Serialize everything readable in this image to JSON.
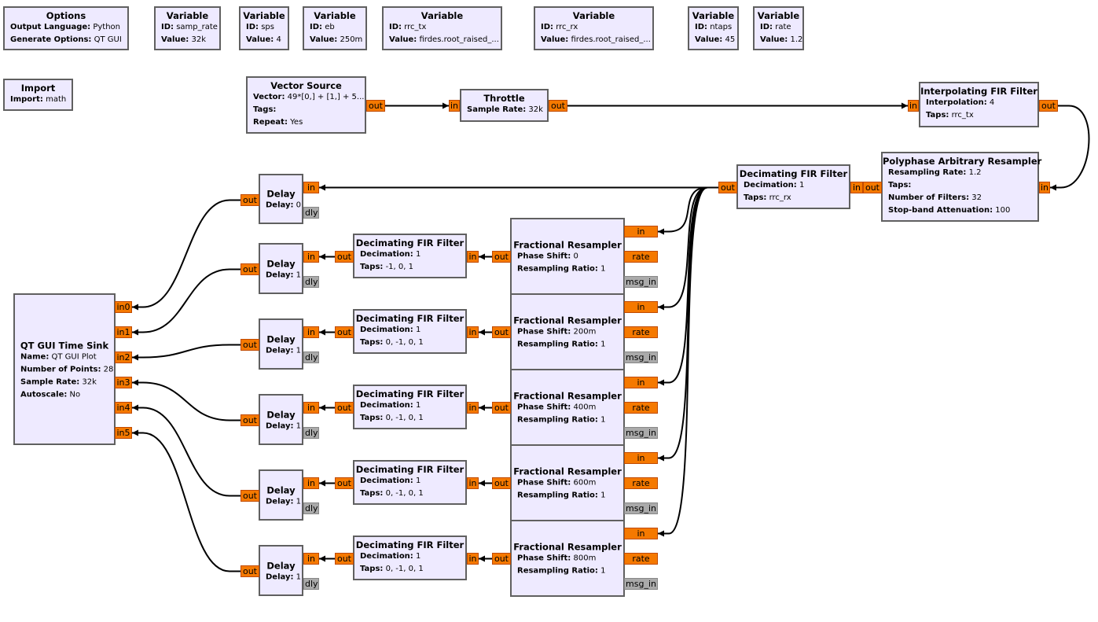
{
  "flowgraph": {
    "blocks": [
      {
        "id": "options",
        "title": "Options",
        "params": [
          {
            "k": "Output Language",
            "v": "Python"
          },
          {
            "k": "Generate Options",
            "v": "QT GUI"
          }
        ]
      },
      {
        "id": "var_samp_rate",
        "title": "Variable",
        "params": [
          {
            "k": "ID",
            "v": "samp_rate"
          },
          {
            "k": "Value",
            "v": "32k"
          }
        ]
      },
      {
        "id": "var_sps",
        "title": "Variable",
        "params": [
          {
            "k": "ID",
            "v": "sps"
          },
          {
            "k": "Value",
            "v": "4"
          }
        ]
      },
      {
        "id": "var_eb",
        "title": "Variable",
        "params": [
          {
            "k": "ID",
            "v": "eb"
          },
          {
            "k": "Value",
            "v": "250m"
          }
        ]
      },
      {
        "id": "var_rrc_tx",
        "title": "Variable",
        "params": [
          {
            "k": "ID",
            "v": "rrc_tx"
          },
          {
            "k": "Value",
            "v": "firdes.root_raised_..."
          }
        ]
      },
      {
        "id": "var_rrc_rx",
        "title": "Variable",
        "params": [
          {
            "k": "ID",
            "v": "rrc_rx"
          },
          {
            "k": "Value",
            "v": "firdes.root_raised_..."
          }
        ]
      },
      {
        "id": "var_ntaps",
        "title": "Variable",
        "params": [
          {
            "k": "ID",
            "v": "ntaps"
          },
          {
            "k": "Value",
            "v": "45"
          }
        ]
      },
      {
        "id": "var_rate",
        "title": "Variable",
        "params": [
          {
            "k": "ID",
            "v": "rate"
          },
          {
            "k": "Value",
            "v": "1.2"
          }
        ]
      },
      {
        "id": "import",
        "title": "Import",
        "params": [
          {
            "k": "Import",
            "v": "math"
          }
        ]
      },
      {
        "id": "vector_source",
        "title": "Vector Source",
        "params": [
          {
            "k": "Vector",
            "v": "49*[0,] + [1,] + 5..."
          },
          {
            "k": "Tags",
            "v": ""
          },
          {
            "k": "Repeat",
            "v": "Yes"
          }
        ],
        "ports": [
          {
            "label": "out",
            "side": "right",
            "kind": "stream"
          }
        ]
      },
      {
        "id": "throttle",
        "title": "Throttle",
        "params": [
          {
            "k": "Sample Rate",
            "v": "32k"
          }
        ],
        "ports": [
          {
            "label": "in",
            "side": "left",
            "kind": "stream"
          },
          {
            "label": "out",
            "side": "right",
            "kind": "stream"
          }
        ]
      },
      {
        "id": "interp_fir",
        "title": "Interpolating FIR Filter",
        "params": [
          {
            "k": "Interpolation",
            "v": "4"
          },
          {
            "k": "Taps",
            "v": "rrc_tx"
          }
        ],
        "ports": [
          {
            "label": "in",
            "side": "left",
            "kind": "stream"
          },
          {
            "label": "out",
            "side": "right",
            "kind": "stream"
          }
        ]
      },
      {
        "id": "pfb_resampler",
        "title": "Polyphase Arbitrary Resampler",
        "params": [
          {
            "k": "Resampling Rate",
            "v": "1.2"
          },
          {
            "k": "Taps",
            "v": ""
          },
          {
            "k": "Number of Filters",
            "v": "32"
          },
          {
            "k": "Stop-band Attenuation",
            "v": "100"
          }
        ],
        "ports": [
          {
            "label": "in",
            "side": "right",
            "kind": "stream"
          },
          {
            "label": "out",
            "side": "left",
            "kind": "stream"
          }
        ]
      },
      {
        "id": "dec_fir_rx",
        "title": "Decimating FIR Filter",
        "params": [
          {
            "k": "Decimation",
            "v": "1"
          },
          {
            "k": "Taps",
            "v": "rrc_rx"
          }
        ],
        "ports": [
          {
            "label": "in",
            "side": "right",
            "kind": "stream"
          },
          {
            "label": "out",
            "side": "left",
            "kind": "stream"
          }
        ]
      },
      {
        "id": "time_sink",
        "title": "QT GUI Time Sink",
        "params": [
          {
            "k": "Name",
            "v": "QT GUI Plot"
          },
          {
            "k": "Number of Points",
            "v": "28"
          },
          {
            "k": "Sample Rate",
            "v": "32k"
          },
          {
            "k": "Autoscale",
            "v": "No"
          }
        ],
        "ports": [
          {
            "label": "in0",
            "side": "right",
            "kind": "stream"
          },
          {
            "label": "in1",
            "side": "right",
            "kind": "stream"
          },
          {
            "label": "in2",
            "side": "right",
            "kind": "stream"
          },
          {
            "label": "in3",
            "side": "right",
            "kind": "stream"
          },
          {
            "label": "in4",
            "side": "right",
            "kind": "stream"
          },
          {
            "label": "in5",
            "side": "right",
            "kind": "stream"
          }
        ]
      },
      {
        "id": "delay0",
        "title": "Delay",
        "params": [
          {
            "k": "Delay",
            "v": "0"
          }
        ],
        "ports": [
          {
            "label": "out",
            "side": "left",
            "kind": "stream"
          },
          {
            "label": "in",
            "side": "right",
            "kind": "stream"
          },
          {
            "label": "dly",
            "side": "right",
            "kind": "msg"
          }
        ]
      },
      {
        "id": "delay1",
        "title": "Delay",
        "params": [
          {
            "k": "Delay",
            "v": "1"
          }
        ],
        "ports": [
          {
            "label": "out",
            "side": "left",
            "kind": "stream"
          },
          {
            "label": "in",
            "side": "right",
            "kind": "stream"
          },
          {
            "label": "dly",
            "side": "right",
            "kind": "msg"
          }
        ]
      },
      {
        "id": "delay2",
        "title": "Delay",
        "params": [
          {
            "k": "Delay",
            "v": "1"
          }
        ],
        "ports": [
          {
            "label": "out",
            "side": "left",
            "kind": "stream"
          },
          {
            "label": "in",
            "side": "right",
            "kind": "stream"
          },
          {
            "label": "dly",
            "side": "right",
            "kind": "msg"
          }
        ]
      },
      {
        "id": "delay3",
        "title": "Delay",
        "params": [
          {
            "k": "Delay",
            "v": "1"
          }
        ],
        "ports": [
          {
            "label": "out",
            "side": "left",
            "kind": "stream"
          },
          {
            "label": "in",
            "side": "right",
            "kind": "stream"
          },
          {
            "label": "dly",
            "side": "right",
            "kind": "msg"
          }
        ]
      },
      {
        "id": "delay4",
        "title": "Delay",
        "params": [
          {
            "k": "Delay",
            "v": "1"
          }
        ],
        "ports": [
          {
            "label": "out",
            "side": "left",
            "kind": "stream"
          },
          {
            "label": "in",
            "side": "right",
            "kind": "stream"
          },
          {
            "label": "dly",
            "side": "right",
            "kind": "msg"
          }
        ]
      },
      {
        "id": "delay5",
        "title": "Delay",
        "params": [
          {
            "k": "Delay",
            "v": "1"
          }
        ],
        "ports": [
          {
            "label": "out",
            "side": "left",
            "kind": "stream"
          },
          {
            "label": "in",
            "side": "right",
            "kind": "stream"
          },
          {
            "label": "dly",
            "side": "right",
            "kind": "msg"
          }
        ]
      },
      {
        "id": "dec_fir1",
        "title": "Decimating FIR Filter",
        "params": [
          {
            "k": "Decimation",
            "v": "1"
          },
          {
            "k": "Taps",
            "v": "-1, 0, 1"
          }
        ],
        "ports": [
          {
            "label": "out",
            "side": "left",
            "kind": "stream"
          },
          {
            "label": "in",
            "side": "right",
            "kind": "stream"
          }
        ]
      },
      {
        "id": "dec_fir2",
        "title": "Decimating FIR Filter",
        "params": [
          {
            "k": "Decimation",
            "v": "1"
          },
          {
            "k": "Taps",
            "v": "0, -1, 0, 1"
          }
        ],
        "ports": [
          {
            "label": "out",
            "side": "left",
            "kind": "stream"
          },
          {
            "label": "in",
            "side": "right",
            "kind": "stream"
          }
        ]
      },
      {
        "id": "dec_fir3",
        "title": "Decimating FIR Filter",
        "params": [
          {
            "k": "Decimation",
            "v": "1"
          },
          {
            "k": "Taps",
            "v": "0, -1, 0, 1"
          }
        ],
        "ports": [
          {
            "label": "out",
            "side": "left",
            "kind": "stream"
          },
          {
            "label": "in",
            "side": "right",
            "kind": "stream"
          }
        ]
      },
      {
        "id": "dec_fir4",
        "title": "Decimating FIR Filter",
        "params": [
          {
            "k": "Decimation",
            "v": "1"
          },
          {
            "k": "Taps",
            "v": "0, -1, 0, 1"
          }
        ],
        "ports": [
          {
            "label": "out",
            "side": "left",
            "kind": "stream"
          },
          {
            "label": "in",
            "side": "right",
            "kind": "stream"
          }
        ]
      },
      {
        "id": "dec_fir5",
        "title": "Decimating FIR Filter",
        "params": [
          {
            "k": "Decimation",
            "v": "1"
          },
          {
            "k": "Taps",
            "v": "0, -1, 0, 1"
          }
        ],
        "ports": [
          {
            "label": "out",
            "side": "left",
            "kind": "stream"
          },
          {
            "label": "in",
            "side": "right",
            "kind": "stream"
          }
        ]
      },
      {
        "id": "frac_res1",
        "title": "Fractional Resampler",
        "params": [
          {
            "k": "Phase Shift",
            "v": "0"
          },
          {
            "k": "Resampling Ratio",
            "v": "1"
          }
        ],
        "ports": [
          {
            "label": "out",
            "side": "left",
            "kind": "stream"
          },
          {
            "label": "in",
            "side": "right",
            "kind": "stream"
          },
          {
            "label": "rate",
            "side": "right",
            "kind": "stream"
          },
          {
            "label": "msg_in",
            "side": "right",
            "kind": "msg"
          }
        ]
      },
      {
        "id": "frac_res2",
        "title": "Fractional Resampler",
        "params": [
          {
            "k": "Phase Shift",
            "v": "200m"
          },
          {
            "k": "Resampling Ratio",
            "v": "1"
          }
        ],
        "ports": [
          {
            "label": "out",
            "side": "left",
            "kind": "stream"
          },
          {
            "label": "in",
            "side": "right",
            "kind": "stream"
          },
          {
            "label": "rate",
            "side": "right",
            "kind": "stream"
          },
          {
            "label": "msg_in",
            "side": "right",
            "kind": "msg"
          }
        ]
      },
      {
        "id": "frac_res3",
        "title": "Fractional Resampler",
        "params": [
          {
            "k": "Phase Shift",
            "v": "400m"
          },
          {
            "k": "Resampling Ratio",
            "v": "1"
          }
        ],
        "ports": [
          {
            "label": "out",
            "side": "left",
            "kind": "stream"
          },
          {
            "label": "in",
            "side": "right",
            "kind": "stream"
          },
          {
            "label": "rate",
            "side": "right",
            "kind": "stream"
          },
          {
            "label": "msg_in",
            "side": "right",
            "kind": "msg"
          }
        ]
      },
      {
        "id": "frac_res4",
        "title": "Fractional Resampler",
        "params": [
          {
            "k": "Phase Shift",
            "v": "600m"
          },
          {
            "k": "Resampling Ratio",
            "v": "1"
          }
        ],
        "ports": [
          {
            "label": "out",
            "side": "left",
            "kind": "stream"
          },
          {
            "label": "in",
            "side": "right",
            "kind": "stream"
          },
          {
            "label": "rate",
            "side": "right",
            "kind": "stream"
          },
          {
            "label": "msg_in",
            "side": "right",
            "kind": "msg"
          }
        ]
      },
      {
        "id": "frac_res5",
        "title": "Fractional Resampler",
        "params": [
          {
            "k": "Phase Shift",
            "v": "800m"
          },
          {
            "k": "Resampling Ratio",
            "v": "1"
          }
        ],
        "ports": [
          {
            "label": "out",
            "side": "left",
            "kind": "stream"
          },
          {
            "label": "in",
            "side": "right",
            "kind": "stream"
          },
          {
            "label": "rate",
            "side": "right",
            "kind": "stream"
          },
          {
            "label": "msg_in",
            "side": "right",
            "kind": "msg"
          }
        ]
      }
    ],
    "connections": [
      {
        "from": "vector_source.out",
        "to": "throttle.in"
      },
      {
        "from": "throttle.out",
        "to": "interp_fir.in"
      },
      {
        "from": "interp_fir.out",
        "to": "pfb_resampler.in"
      },
      {
        "from": "pfb_resampler.out",
        "to": "dec_fir_rx.in"
      },
      {
        "from": "dec_fir_rx.out",
        "to": "delay0.in"
      },
      {
        "from": "dec_fir_rx.out",
        "to": "frac_res1.in"
      },
      {
        "from": "dec_fir_rx.out",
        "to": "frac_res2.in"
      },
      {
        "from": "dec_fir_rx.out",
        "to": "frac_res3.in"
      },
      {
        "from": "dec_fir_rx.out",
        "to": "frac_res4.in"
      },
      {
        "from": "dec_fir_rx.out",
        "to": "frac_res5.in"
      },
      {
        "from": "frac_res1.out",
        "to": "dec_fir1.in"
      },
      {
        "from": "frac_res2.out",
        "to": "dec_fir2.in"
      },
      {
        "from": "frac_res3.out",
        "to": "dec_fir3.in"
      },
      {
        "from": "frac_res4.out",
        "to": "dec_fir4.in"
      },
      {
        "from": "frac_res5.out",
        "to": "dec_fir5.in"
      },
      {
        "from": "dec_fir1.out",
        "to": "delay1.in"
      },
      {
        "from": "dec_fir2.out",
        "to": "delay2.in"
      },
      {
        "from": "dec_fir3.out",
        "to": "delay3.in"
      },
      {
        "from": "dec_fir4.out",
        "to": "delay4.in"
      },
      {
        "from": "dec_fir5.out",
        "to": "delay5.in"
      },
      {
        "from": "delay0.out",
        "to": "time_sink.in0"
      },
      {
        "from": "delay1.out",
        "to": "time_sink.in1"
      },
      {
        "from": "delay2.out",
        "to": "time_sink.in2"
      },
      {
        "from": "delay3.out",
        "to": "time_sink.in3"
      },
      {
        "from": "delay4.out",
        "to": "time_sink.in4"
      },
      {
        "from": "delay5.out",
        "to": "time_sink.in5"
      }
    ],
    "colors": {
      "block_fill": "#eeeaff",
      "block_border": "#606060",
      "stream_port": "#f57900",
      "message_port": "#aaaaaa",
      "wire": "#000000"
    }
  }
}
